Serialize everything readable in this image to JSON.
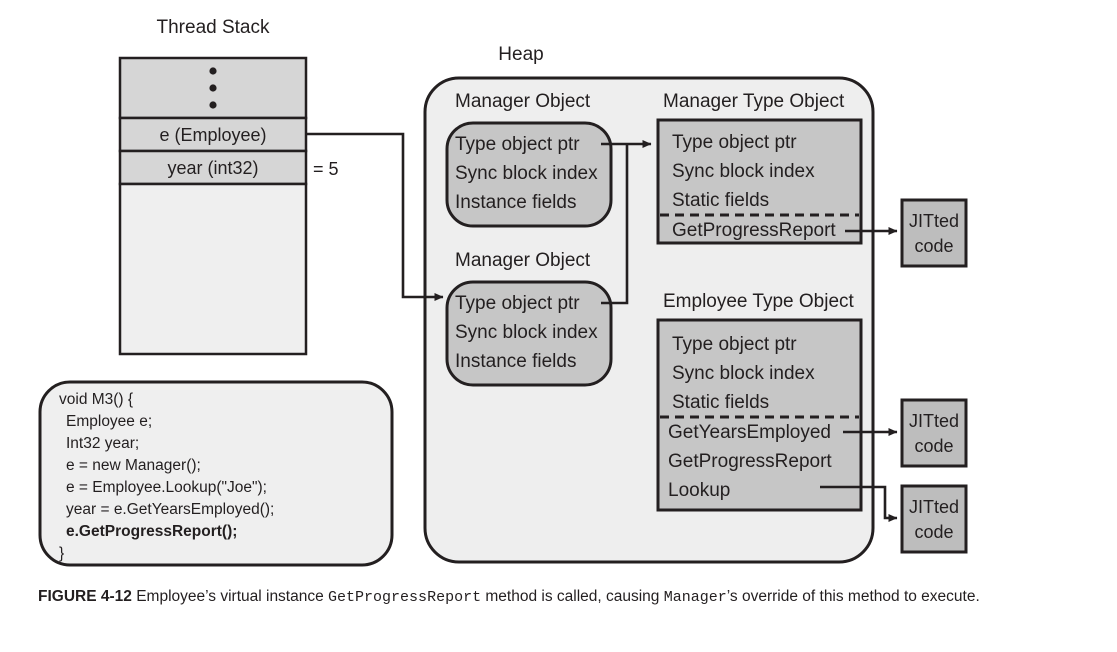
{
  "figure": {
    "labels": {
      "thread_stack": "Thread Stack",
      "heap": "Heap",
      "manager_object_1": "Manager Object",
      "manager_object_2": "Manager Object",
      "manager_type_object": "Manager Type Object",
      "employee_type_object": "Employee Type Object"
    },
    "thread_stack": {
      "cells": [
        {
          "text": "•",
          "kind": "ellipsis"
        },
        {
          "text": "e (Employee)",
          "kind": "slot"
        },
        {
          "text": "year (int32)",
          "kind": "slot"
        },
        {
          "text": "",
          "kind": "empty"
        }
      ],
      "ellipsis_dots": 3,
      "year_value_label": "=  5"
    },
    "manager_object_1": {
      "fields": [
        "Type object ptr",
        "Sync block index",
        "Instance fields"
      ]
    },
    "manager_object_2": {
      "fields": [
        "Type object ptr",
        "Sync block index",
        "Instance fields"
      ]
    },
    "manager_type_object": {
      "header_fields": [
        "Type object ptr",
        "Sync block index",
        "Static fields"
      ],
      "method_fields": [
        "GetProgressReport"
      ]
    },
    "employee_type_object": {
      "header_fields": [
        "Type object ptr",
        "Sync block index",
        "Static fields"
      ],
      "method_fields": [
        "GetYearsEmployed",
        "GetProgressReport",
        "Lookup"
      ]
    },
    "jitted_boxes": [
      {
        "line1": "JITted",
        "line2": "code"
      },
      {
        "line1": "JITted",
        "line2": "code"
      },
      {
        "line1": "JITted",
        "line2": "code"
      }
    ],
    "code_listing": {
      "lines": [
        {
          "text": "void M3()  {",
          "bold": false
        },
        {
          "text": "Employee e;",
          "bold": false
        },
        {
          "text": "Int32 year;",
          "bold": false
        },
        {
          "text": "e = new Manager();",
          "bold": false
        },
        {
          "text": "e = Employee.Lookup(\"Joe\");",
          "bold": false
        },
        {
          "text": "year = e.GetYearsEmployed();",
          "bold": false
        },
        {
          "text": "e.GetProgressReport();",
          "bold": true
        },
        {
          "text": "}",
          "bold": false
        }
      ]
    },
    "caption": {
      "figure_number": "FIGURE 4-12",
      "part1": "  Employee’s virtual instance ",
      "mono1": "GetProgressReport",
      "part2": " method is called, causing ",
      "mono2": "Manager",
      "part3": "’s override of this method to execute."
    },
    "colors": {
      "stroke": "#231f20",
      "stack_cell_fill": "#d6d6d6",
      "stack_empty_fill": "#efefef",
      "heap_fill": "#eeeeee",
      "object_fill": "#c6c6c6",
      "type_object_fill": "#c6c6c6",
      "jit_fill": "#bdbdbd",
      "code_fill": "#efefef",
      "page_bg": "#ffffff"
    }
  }
}
